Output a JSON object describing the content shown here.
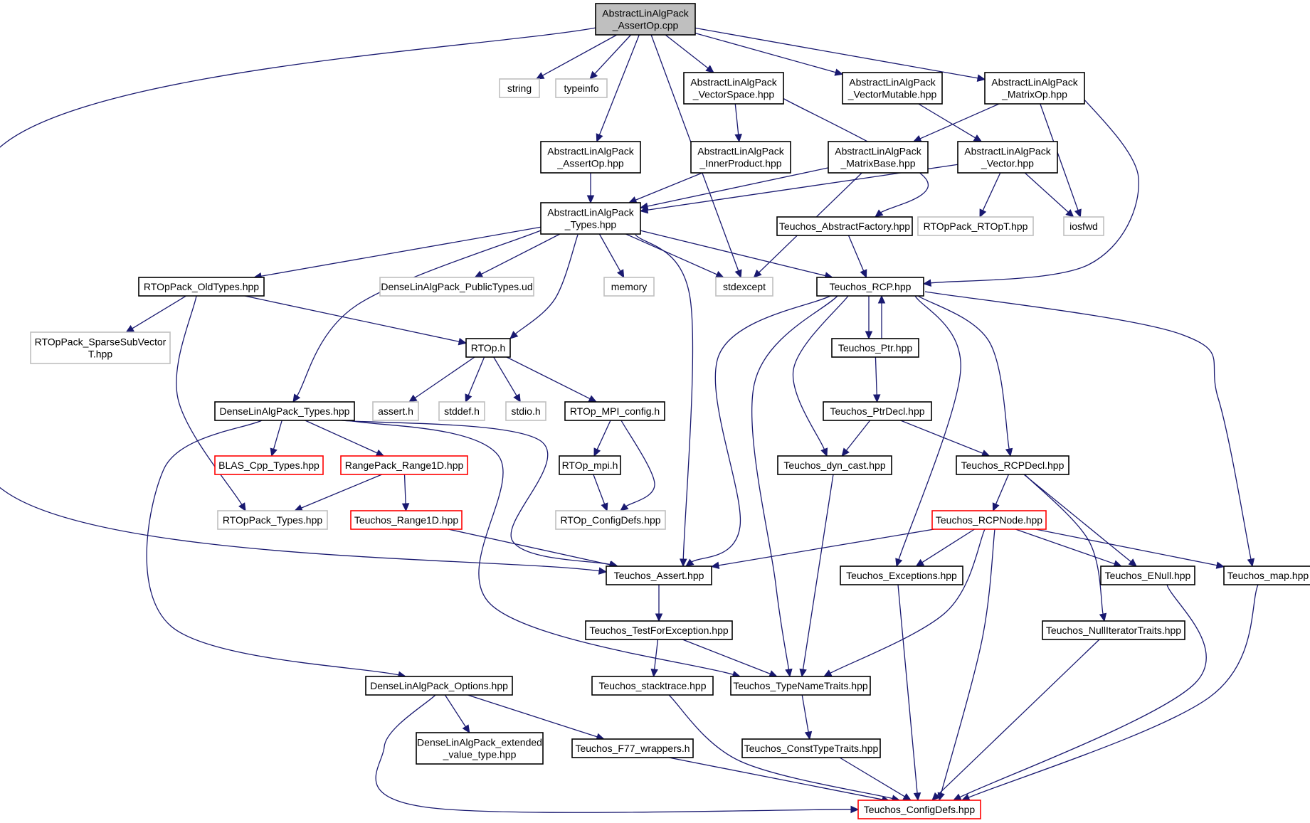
{
  "diagram": {
    "title": "",
    "colors": {
      "edge": "#191970",
      "root_fill": "#bfbfbf",
      "normal_border": "#000000",
      "external_border": "#bfbfbf",
      "truncated_border": "#ff0000",
      "background": "#ffffff"
    },
    "nodes": [
      {
        "id": "assertop_cpp",
        "lines": [
          "AbstractLinAlgPack",
          "_AssertOp.cpp"
        ],
        "kind": "root"
      },
      {
        "id": "string",
        "lines": [
          "string"
        ],
        "kind": "external"
      },
      {
        "id": "typeinfo",
        "lines": [
          "typeinfo"
        ],
        "kind": "external"
      },
      {
        "id": "vectorspace_hpp",
        "lines": [
          "AbstractLinAlgPack",
          "_VectorSpace.hpp"
        ],
        "kind": "normal"
      },
      {
        "id": "vectormutable_hpp",
        "lines": [
          "AbstractLinAlgPack",
          "_VectorMutable.hpp"
        ],
        "kind": "normal"
      },
      {
        "id": "matrixop_hpp",
        "lines": [
          "AbstractLinAlgPack",
          "_MatrixOp.hpp"
        ],
        "kind": "normal"
      },
      {
        "id": "assertop_hpp",
        "lines": [
          "AbstractLinAlgPack",
          "_AssertOp.hpp"
        ],
        "kind": "normal"
      },
      {
        "id": "innerproduct_hpp",
        "lines": [
          "AbstractLinAlgPack",
          "_InnerProduct.hpp"
        ],
        "kind": "normal"
      },
      {
        "id": "matrixbase_hpp",
        "lines": [
          "AbstractLinAlgPack",
          "_MatrixBase.hpp"
        ],
        "kind": "normal"
      },
      {
        "id": "vector_hpp",
        "lines": [
          "AbstractLinAlgPack",
          "_Vector.hpp"
        ],
        "kind": "normal"
      },
      {
        "id": "types_hpp",
        "lines": [
          "AbstractLinAlgPack",
          "_Types.hpp"
        ],
        "kind": "normal"
      },
      {
        "id": "abstractfactory_hpp",
        "lines": [
          "Teuchos_AbstractFactory.hpp"
        ],
        "kind": "normal"
      },
      {
        "id": "rtoppack_rtopt_hpp",
        "lines": [
          "RTOpPack_RTOpT.hpp"
        ],
        "kind": "external"
      },
      {
        "id": "iosfwd",
        "lines": [
          "iosfwd"
        ],
        "kind": "external"
      },
      {
        "id": "rtoppack_oldtypes_hpp",
        "lines": [
          "RTOpPack_OldTypes.hpp"
        ],
        "kind": "normal"
      },
      {
        "id": "dense_publictypes_ud",
        "lines": [
          "DenseLinAlgPack_PublicTypes.ud"
        ],
        "kind": "external"
      },
      {
        "id": "memory",
        "lines": [
          "memory"
        ],
        "kind": "external"
      },
      {
        "id": "stdexcept",
        "lines": [
          "stdexcept"
        ],
        "kind": "external"
      },
      {
        "id": "teuchos_rcp_hpp",
        "lines": [
          "Teuchos_RCP.hpp"
        ],
        "kind": "normal"
      },
      {
        "id": "sparsesubvector_hpp",
        "lines": [
          "RTOpPack_SparseSubVector",
          "T.hpp"
        ],
        "kind": "external"
      },
      {
        "id": "rtop_h",
        "lines": [
          "RTOp.h"
        ],
        "kind": "normal"
      },
      {
        "id": "teuchos_ptr_hpp",
        "lines": [
          "Teuchos_Ptr.hpp"
        ],
        "kind": "normal"
      },
      {
        "id": "dense_types_hpp",
        "lines": [
          "DenseLinAlgPack_Types.hpp"
        ],
        "kind": "normal"
      },
      {
        "id": "assert_h",
        "lines": [
          "assert.h"
        ],
        "kind": "external"
      },
      {
        "id": "stddef_h",
        "lines": [
          "stddef.h"
        ],
        "kind": "external"
      },
      {
        "id": "stdio_h",
        "lines": [
          "stdio.h"
        ],
        "kind": "external"
      },
      {
        "id": "rtop_mpi_config_h",
        "lines": [
          "RTOp_MPI_config.h"
        ],
        "kind": "normal"
      },
      {
        "id": "teuchos_ptrdecl_hpp",
        "lines": [
          "Teuchos_PtrDecl.hpp"
        ],
        "kind": "normal"
      },
      {
        "id": "blas_cpp_types_hpp",
        "lines": [
          "BLAS_Cpp_Types.hpp"
        ],
        "kind": "truncated"
      },
      {
        "id": "rangepack_range1d_hpp",
        "lines": [
          "RangePack_Range1D.hpp"
        ],
        "kind": "truncated"
      },
      {
        "id": "rtop_mpi_h",
        "lines": [
          "RTOp_mpi.h"
        ],
        "kind": "normal"
      },
      {
        "id": "teuchos_dyn_cast_hpp",
        "lines": [
          "Teuchos_dyn_cast.hpp"
        ],
        "kind": "normal"
      },
      {
        "id": "teuchos_rcpdecl_hpp",
        "lines": [
          "Teuchos_RCPDecl.hpp"
        ],
        "kind": "normal"
      },
      {
        "id": "rtoppack_types_hpp",
        "lines": [
          "RTOpPack_Types.hpp"
        ],
        "kind": "external"
      },
      {
        "id": "teuchos_range1d_hpp",
        "lines": [
          "Teuchos_Range1D.hpp"
        ],
        "kind": "truncated"
      },
      {
        "id": "rtop_configdefs_hpp",
        "lines": [
          "RTOp_ConfigDefs.hpp"
        ],
        "kind": "external"
      },
      {
        "id": "teuchos_rcpnode_hpp",
        "lines": [
          "Teuchos_RCPNode.hpp"
        ],
        "kind": "truncated"
      },
      {
        "id": "teuchos_assert_hpp",
        "lines": [
          "Teuchos_Assert.hpp"
        ],
        "kind": "normal"
      },
      {
        "id": "teuchos_exceptions_hpp",
        "lines": [
          "Teuchos_Exceptions.hpp"
        ],
        "kind": "normal"
      },
      {
        "id": "teuchos_enull_hpp",
        "lines": [
          "Teuchos_ENull.hpp"
        ],
        "kind": "normal"
      },
      {
        "id": "teuchos_map_hpp",
        "lines": [
          "Teuchos_map.hpp"
        ],
        "kind": "normal"
      },
      {
        "id": "teuchos_testforexception_hpp",
        "lines": [
          "Teuchos_TestForException.hpp"
        ],
        "kind": "normal"
      },
      {
        "id": "teuchos_nulliteratortraits_hpp",
        "lines": [
          "Teuchos_NullIteratorTraits.hpp"
        ],
        "kind": "normal"
      },
      {
        "id": "dense_options_hpp",
        "lines": [
          "DenseLinAlgPack_Options.hpp"
        ],
        "kind": "normal"
      },
      {
        "id": "teuchos_stacktrace_hpp",
        "lines": [
          "Teuchos_stacktrace.hpp"
        ],
        "kind": "normal"
      },
      {
        "id": "teuchos_typenametraits_hpp",
        "lines": [
          "Teuchos_TypeNameTraits.hpp"
        ],
        "kind": "normal"
      },
      {
        "id": "dense_extended_value_type_hpp",
        "lines": [
          "DenseLinAlgPack_extended",
          "_value_type.hpp"
        ],
        "kind": "normal"
      },
      {
        "id": "teuchos_f77_wrappers_h",
        "lines": [
          "Teuchos_F77_wrappers.h"
        ],
        "kind": "normal"
      },
      {
        "id": "teuchos_consttypetraits_hpp",
        "lines": [
          "Teuchos_ConstTypeTraits.hpp"
        ],
        "kind": "normal"
      },
      {
        "id": "teuchos_configdefs_hpp",
        "lines": [
          "Teuchos_ConfigDefs.hpp"
        ],
        "kind": "truncated"
      }
    ],
    "edges": [
      {
        "from": "assertop_cpp",
        "to": "string"
      },
      {
        "from": "assertop_cpp",
        "to": "typeinfo"
      },
      {
        "from": "assertop_cpp",
        "to": "vectorspace_hpp"
      },
      {
        "from": "assertop_cpp",
        "to": "vectormutable_hpp"
      },
      {
        "from": "assertop_cpp",
        "to": "matrixop_hpp"
      },
      {
        "from": "assertop_cpp",
        "to": "assertop_hpp"
      },
      {
        "from": "assertop_cpp",
        "to": "stdexcept"
      },
      {
        "from": "assertop_cpp",
        "to": "teuchos_assert_hpp"
      },
      {
        "from": "vectorspace_hpp",
        "to": "innerproduct_hpp"
      },
      {
        "from": "vectorspace_hpp",
        "to": "abstractfactory_hpp"
      },
      {
        "from": "vectormutable_hpp",
        "to": "vector_hpp"
      },
      {
        "from": "matrixop_hpp",
        "to": "matrixbase_hpp"
      },
      {
        "from": "matrixop_hpp",
        "to": "iosfwd"
      },
      {
        "from": "matrixop_hpp",
        "to": "teuchos_rcp_hpp"
      },
      {
        "from": "assertop_hpp",
        "to": "types_hpp"
      },
      {
        "from": "innerproduct_hpp",
        "to": "types_hpp"
      },
      {
        "from": "matrixbase_hpp",
        "to": "types_hpp"
      },
      {
        "from": "matrixbase_hpp",
        "to": "stdexcept"
      },
      {
        "from": "vector_hpp",
        "to": "types_hpp"
      },
      {
        "from": "vector_hpp",
        "to": "rtoppack_rtopt_hpp"
      },
      {
        "from": "vector_hpp",
        "to": "iosfwd"
      },
      {
        "from": "abstractfactory_hpp",
        "to": "teuchos_rcp_hpp"
      },
      {
        "from": "types_hpp",
        "to": "rtoppack_oldtypes_hpp"
      },
      {
        "from": "types_hpp",
        "to": "dense_publictypes_ud"
      },
      {
        "from": "types_hpp",
        "to": "memory"
      },
      {
        "from": "types_hpp",
        "to": "stdexcept"
      },
      {
        "from": "types_hpp",
        "to": "teuchos_rcp_hpp"
      },
      {
        "from": "types_hpp",
        "to": "rtop_h"
      },
      {
        "from": "types_hpp",
        "to": "dense_types_hpp"
      },
      {
        "from": "types_hpp",
        "to": "teuchos_assert_hpp"
      },
      {
        "from": "rtoppack_oldtypes_hpp",
        "to": "sparsesubvector_hpp"
      },
      {
        "from": "rtoppack_oldtypes_hpp",
        "to": "rtop_h"
      },
      {
        "from": "rtoppack_oldtypes_hpp",
        "to": "rtoppack_types_hpp"
      },
      {
        "from": "teuchos_rcp_hpp",
        "to": "teuchos_ptr_hpp"
      },
      {
        "from": "teuchos_rcp_hpp",
        "to": "teuchos_dyn_cast_hpp"
      },
      {
        "from": "teuchos_rcp_hpp",
        "to": "teuchos_rcpdecl_hpp"
      },
      {
        "from": "teuchos_rcp_hpp",
        "to": "teuchos_assert_hpp"
      },
      {
        "from": "teuchos_rcp_hpp",
        "to": "teuchos_exceptions_hpp"
      },
      {
        "from": "teuchos_rcp_hpp",
        "to": "teuchos_map_hpp"
      },
      {
        "from": "teuchos_rcp_hpp",
        "to": "teuchos_typenametraits_hpp"
      },
      {
        "from": "teuchos_ptr_hpp",
        "to": "teuchos_rcp_hpp"
      },
      {
        "from": "teuchos_ptr_hpp",
        "to": "teuchos_ptrdecl_hpp"
      },
      {
        "from": "rtop_h",
        "to": "assert_h"
      },
      {
        "from": "rtop_h",
        "to": "stddef_h"
      },
      {
        "from": "rtop_h",
        "to": "stdio_h"
      },
      {
        "from": "rtop_h",
        "to": "rtop_mpi_config_h"
      },
      {
        "from": "dense_types_hpp",
        "to": "blas_cpp_types_hpp"
      },
      {
        "from": "dense_types_hpp",
        "to": "rangepack_range1d_hpp"
      },
      {
        "from": "dense_types_hpp",
        "to": "teuchos_assert_hpp"
      },
      {
        "from": "dense_types_hpp",
        "to": "teuchos_typenametraits_hpp"
      },
      {
        "from": "dense_types_hpp",
        "to": "dense_options_hpp"
      },
      {
        "from": "rtop_mpi_config_h",
        "to": "rtop_mpi_h"
      },
      {
        "from": "rtop_mpi_config_h",
        "to": "rtop_configdefs_hpp"
      },
      {
        "from": "teuchos_ptrdecl_hpp",
        "to": "teuchos_dyn_cast_hpp"
      },
      {
        "from": "teuchos_ptrdecl_hpp",
        "to": "teuchos_rcpdecl_hpp"
      },
      {
        "from": "rangepack_range1d_hpp",
        "to": "rtoppack_types_hpp"
      },
      {
        "from": "rangepack_range1d_hpp",
        "to": "teuchos_range1d_hpp"
      },
      {
        "from": "rtop_mpi_h",
        "to": "rtop_configdefs_hpp"
      },
      {
        "from": "teuchos_dyn_cast_hpp",
        "to": "teuchos_typenametraits_hpp"
      },
      {
        "from": "teuchos_rcpdecl_hpp",
        "to": "teuchos_rcpnode_hpp"
      },
      {
        "from": "teuchos_rcpdecl_hpp",
        "to": "teuchos_enull_hpp"
      },
      {
        "from": "teuchos_rcpdecl_hpp",
        "to": "teuchos_nulliteratortraits_hpp"
      },
      {
        "from": "teuchos_range1d_hpp",
        "to": "teuchos_assert_hpp"
      },
      {
        "from": "teuchos_rcpnode_hpp",
        "to": "teuchos_assert_hpp"
      },
      {
        "from": "teuchos_rcpnode_hpp",
        "to": "teuchos_exceptions_hpp"
      },
      {
        "from": "teuchos_rcpnode_hpp",
        "to": "teuchos_enull_hpp"
      },
      {
        "from": "teuchos_rcpnode_hpp",
        "to": "teuchos_map_hpp"
      },
      {
        "from": "teuchos_rcpnode_hpp",
        "to": "teuchos_typenametraits_hpp"
      },
      {
        "from": "teuchos_rcpnode_hpp",
        "to": "teuchos_configdefs_hpp"
      },
      {
        "from": "teuchos_assert_hpp",
        "to": "teuchos_testforexception_hpp"
      },
      {
        "from": "teuchos_exceptions_hpp",
        "to": "teuchos_configdefs_hpp"
      },
      {
        "from": "teuchos_enull_hpp",
        "to": "teuchos_configdefs_hpp"
      },
      {
        "from": "teuchos_map_hpp",
        "to": "teuchos_configdefs_hpp"
      },
      {
        "from": "teuchos_testforexception_hpp",
        "to": "teuchos_stacktrace_hpp"
      },
      {
        "from": "teuchos_testforexception_hpp",
        "to": "teuchos_typenametraits_hpp"
      },
      {
        "from": "teuchos_nulliteratortraits_hpp",
        "to": "teuchos_configdefs_hpp"
      },
      {
        "from": "dense_options_hpp",
        "to": "dense_extended_value_type_hpp"
      },
      {
        "from": "dense_options_hpp",
        "to": "teuchos_f77_wrappers_h"
      },
      {
        "from": "dense_options_hpp",
        "to": "teuchos_configdefs_hpp"
      },
      {
        "from": "teuchos_stacktrace_hpp",
        "to": "teuchos_configdefs_hpp"
      },
      {
        "from": "teuchos_typenametraits_hpp",
        "to": "teuchos_consttypetraits_hpp"
      },
      {
        "from": "teuchos_f77_wrappers_h",
        "to": "teuchos_configdefs_hpp"
      },
      {
        "from": "teuchos_consttypetraits_hpp",
        "to": "teuchos_configdefs_hpp"
      }
    ]
  }
}
